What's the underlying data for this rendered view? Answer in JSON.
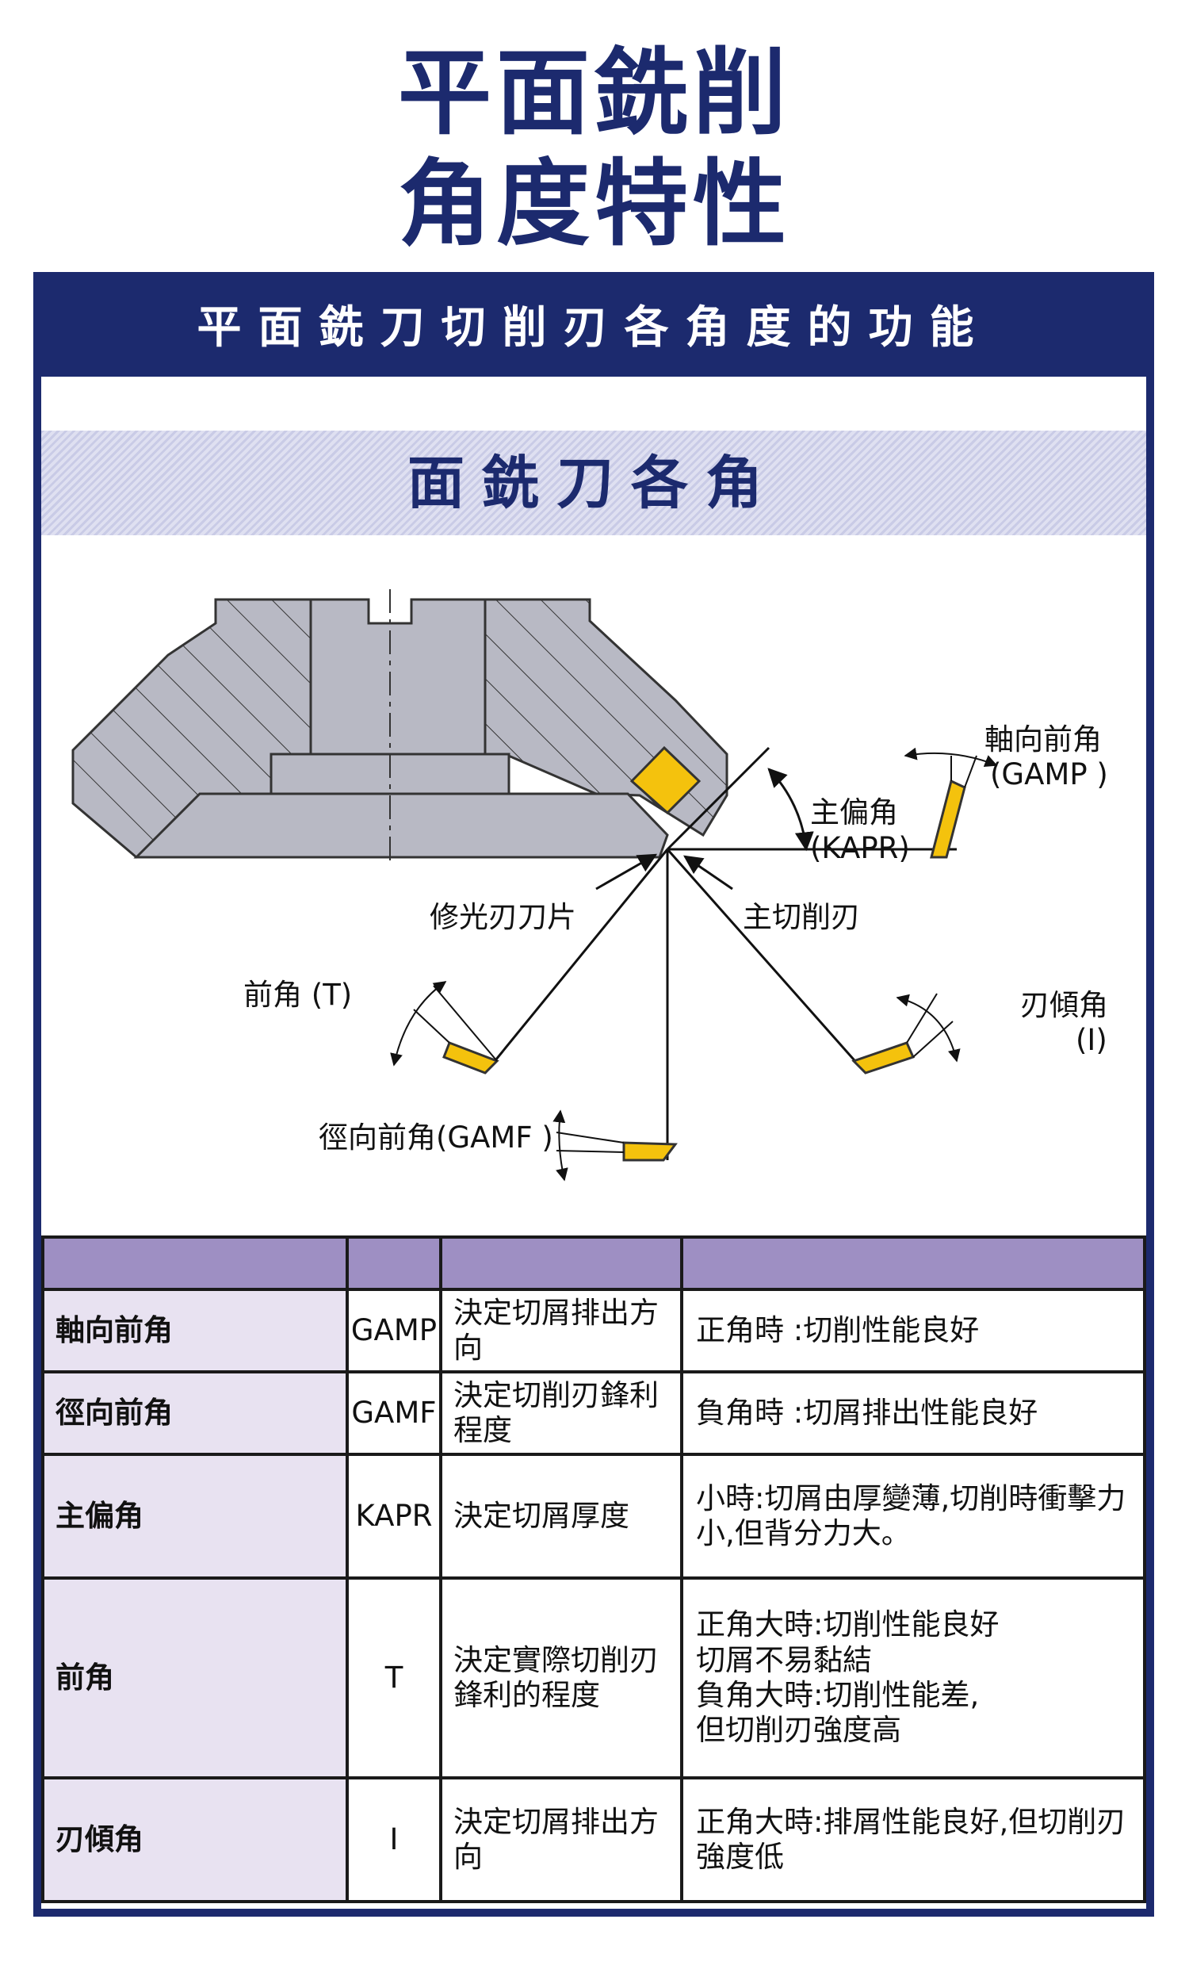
{
  "page": {
    "title_line1": "平面銑削",
    "title_line2": "角度特性"
  },
  "header": {
    "title": "平面銑刀切削刃各角度的功能"
  },
  "subheader": {
    "title": "面銑刀各角"
  },
  "diagram_labels": {
    "gamp_name": "軸向前角",
    "gamp_code": "(GAMP )",
    "kapr_name": "主偏角",
    "kapr_code": "(KAPR)",
    "wiper": "修光刃刀片",
    "main_edge": "主切削刃",
    "rake": "前角 (T)",
    "incl_name": "刃傾角",
    "incl_code": "(I)",
    "gamf": "徑向前角(GAMF )"
  },
  "colors": {
    "navy": "#1c2a6e",
    "header_row": "#9e8fc3",
    "name_cell": "#e8e2f1",
    "insert_yellow": "#f4c20d",
    "body_gray": "#b8b9c4"
  },
  "table": {
    "header": [
      "",
      "",
      "",
      ""
    ],
    "rows": [
      {
        "name": "軸向前角",
        "code": "GAMP",
        "purpose": "決定切屑排出方向",
        "effect": "正角時 :切削性能良好"
      },
      {
        "name": "徑向前角",
        "code": "GAMF",
        "purpose": "決定切削刃鋒利程度",
        "effect": "負角時 :切屑排出性能良好"
      },
      {
        "name": "主偏角",
        "code": "KAPR",
        "purpose": "決定切屑厚度",
        "effect": "小時:切屑由厚變薄,切削時衝擊力小,但背分力大。"
      },
      {
        "name": "前角",
        "code": "T",
        "purpose": "決定實際切削刃鋒利的程度",
        "effect": "正角大時:切削性能良好\n切屑不易黏結\n負角大時:切削性能差,\n但切削刃強度高"
      },
      {
        "name": "刃傾角",
        "code": "I",
        "purpose": "決定切屑排出方向",
        "effect": "正角大時:排屑性能良好,但切削刃強度低"
      }
    ]
  }
}
